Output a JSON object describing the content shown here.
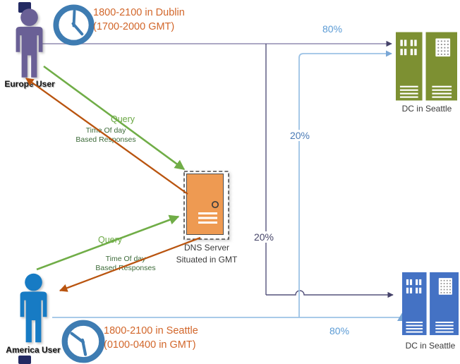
{
  "users": {
    "europe": {
      "label": "Europe User",
      "time_note_line1": "1800-2100 in Dublin",
      "time_note_line2": "(1700-2000 GMT)"
    },
    "america": {
      "label": "America User",
      "time_note_line1": "1800-2100 in Seattle",
      "time_note_line2": "(0100-0400 in GMT)"
    }
  },
  "dns_server": {
    "label_line1": "DNS Server",
    "label_line2": "Situated in GMT"
  },
  "datacenters": {
    "top": {
      "label": "DC in Seattle"
    },
    "bottom": {
      "label": "DC in Seattle"
    }
  },
  "flow_labels": {
    "europe_to_top_dc": "80%",
    "europe_to_bottom_dc": "20%",
    "america_to_top_dc": "20%",
    "america_to_bottom_dc": "80%"
  },
  "edges": {
    "europe_query": "Query",
    "europe_response_line1": "Time Of day",
    "europe_response_line2": "Based Responses",
    "america_query": "Query",
    "america_response_line1": "Time Of day",
    "america_response_line2": "Based Responses"
  },
  "icons": {
    "europe_user": "person-icon",
    "america_user": "person-icon",
    "dublin_clock": "clock-icon",
    "seattle_clock": "clock-icon",
    "dns_server": "server-icon",
    "dc_top": "datacenter-icon",
    "dc_bottom": "datacenter-icon"
  },
  "colors": {
    "europe_user": "#6A6096",
    "america_user": "#177BC4",
    "clock_blue": "#3E7CB2",
    "query_green": "#70AD47",
    "response_orange": "#B9540F",
    "time_note_orange": "#D2662A",
    "dns_server_orange": "#EE9A52",
    "dc_top_green": "#7D9032",
    "dc_bottom_blue": "#4472C4",
    "europe_flow_purple": "#52527A",
    "america_flow_light_blue": "#9CC2E5",
    "percent_blue": "#5B9BD5"
  }
}
